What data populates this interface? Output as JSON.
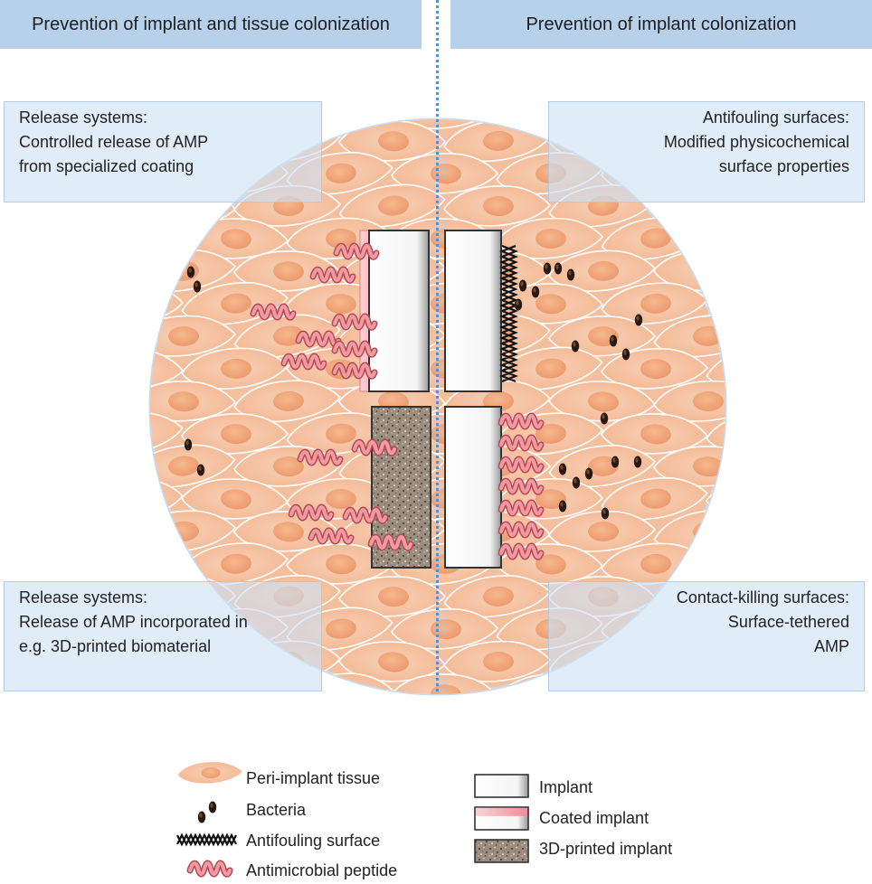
{
  "headers": {
    "left": "Prevention of implant and tissue colonization",
    "right": "Prevention of implant colonization"
  },
  "boxes": {
    "top_left": {
      "title": "Release systems:",
      "line1": "Controlled release of AMP",
      "line2": "from specialized coating"
    },
    "top_right": {
      "title": "Antifouling surfaces:",
      "line1": "Modified physicochemical",
      "line2": "surface properties"
    },
    "bottom_left": {
      "title": "Release systems:",
      "line1": "Release of AMP incorporated in",
      "line2": "e.g. 3D-printed biomaterial"
    },
    "bottom_right": {
      "title": "Contact-killing surfaces:",
      "line1": "Surface-tethered",
      "line2": "AMP"
    }
  },
  "legend": {
    "tissue": "Peri-implant tissue",
    "bacteria": "Bacteria",
    "antifouling": "Antifouling surface",
    "peptide": "Antimicrobial peptide",
    "implant": "Implant",
    "coated": "Coated implant",
    "printed": "3D-printed implant"
  },
  "colors": {
    "header_bg": "#b8d1ea",
    "divider": "#5b8ec4",
    "tissue": "#f6c4a4",
    "tissue_nucleus": "#f0a47c",
    "peptide": "#e87f86",
    "coating": "#f4a6ad",
    "printed": "#8d7f72",
    "bacteria": "#2a1810"
  }
}
